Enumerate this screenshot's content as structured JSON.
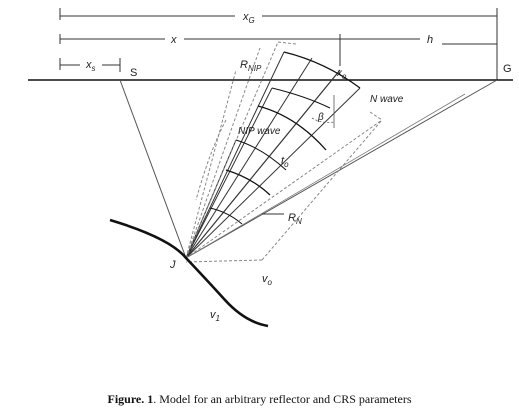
{
  "labels": {
    "xG": "x",
    "xG_sub": "G",
    "x": "x",
    "h": "h",
    "xs": "x",
    "xs_sub": "s",
    "S": "S",
    "G": "G",
    "RNIP": "R",
    "RNIP_sub": "NIP",
    "x0": "x",
    "x0_sub": "o",
    "Nwave": "N wave",
    "NIPwave": "NIP wave",
    "beta": "β",
    "t0": "t",
    "t0_sub": "o",
    "RN": "R",
    "RN_sub": "N",
    "J": "J",
    "v0": "v",
    "v0_sub": "o",
    "v1": "v",
    "v1_sub": "1"
  },
  "caption": {
    "prefix": "Figure. 1",
    "text": ". Model for an arbitrary reflector and CRS parameters"
  }
}
